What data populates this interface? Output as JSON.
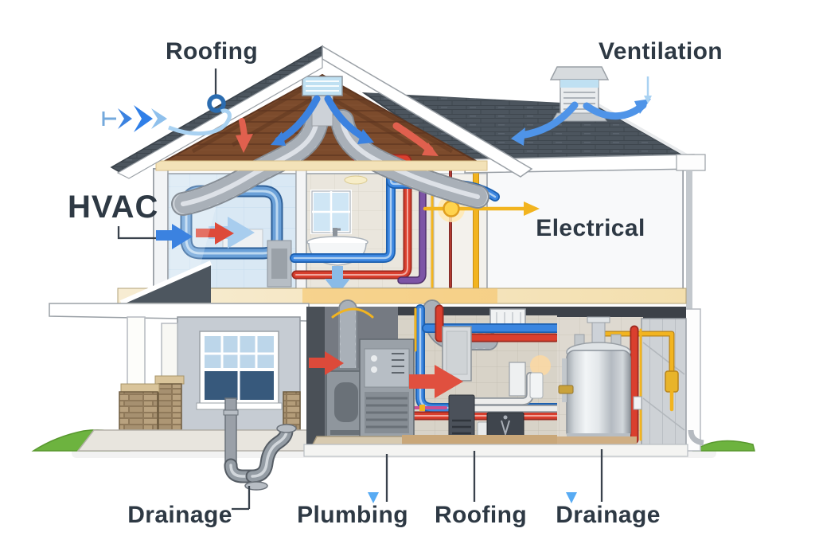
{
  "diagram": {
    "type": "house-systems-cutaway"
  },
  "labels": {
    "roofing_top": "Roofing",
    "ventilation": "Ventilation",
    "hvac": "HVAC",
    "electrical": "Electrical",
    "drainage_left": "Drainage",
    "plumbing": "Plumbing",
    "roofing_bottom": "Roofing",
    "drainage_right": "Drainage"
  },
  "colors": {
    "label_text": "#2e3944",
    "hot_water_pipe": "#da3f2e",
    "cold_water_pipe": "#3b86e0",
    "electrical_wire": "#f2b41f",
    "gas_line": "#e8b42a",
    "airflow_arrow": "#3b82e0",
    "airflow_light": "#a9d2f2",
    "warm_air_arrow": "#dd4a3a",
    "duct_metal": "#cdd2d8",
    "roof_shingles": "#4c555e",
    "attic_wood": "#7c4b2c",
    "grass": "#6db33f",
    "marker_pointer": "#58abf3"
  },
  "icons": {
    "roof_marker": "circle-ring",
    "airflow_left": "triple-chevron-arrow",
    "vent_pointer": "arrow-down",
    "plumbing_pointer": "triangle-down",
    "drainage_pointer": "triangle-down",
    "hvac_flow": "arrow-right",
    "electrical_flow": "arrow-right"
  }
}
